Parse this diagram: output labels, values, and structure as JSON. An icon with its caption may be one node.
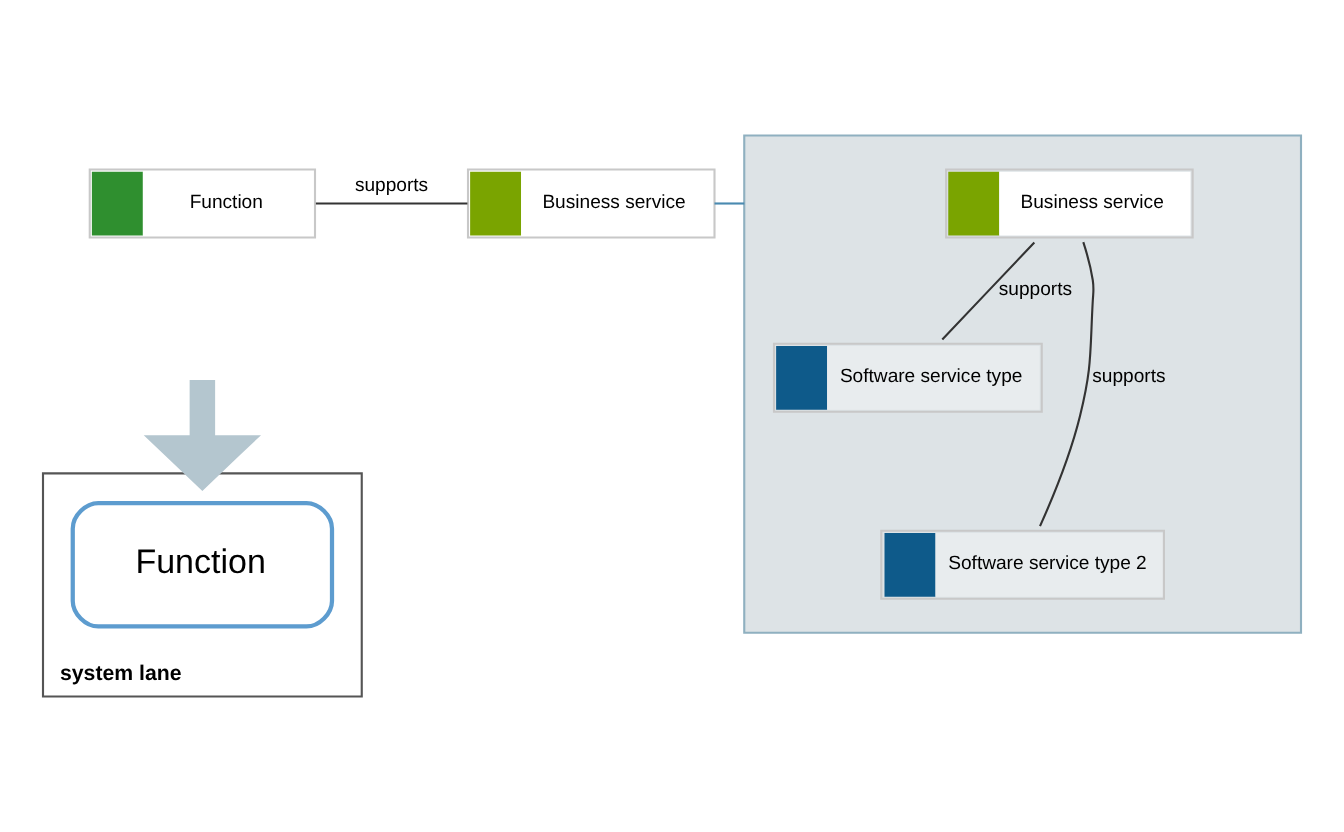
{
  "diagram": {
    "nodes": [
      {
        "text": [
          "Function"
        ]
      },
      {
        "text": [
          "Business service"
        ]
      },
      {
        "text": [],
        "shape": "box"
      },
      {
        "text": [
          "Business service"
        ],
        "in": 2
      },
      {
        "text": [
          "Software service type"
        ],
        "in": 2
      },
      {
        "text": [
          "Software service type 2"
        ],
        "in": 2
      },
      {
        "text": [
          "system lane"
        ]
      },
      {
        "text": [
          "Function"
        ],
        "in": 6
      }
    ],
    "edges": [
      {
        "from": 0,
        "to": 1,
        "arrow": "none",
        "label": "supports"
      },
      {
        "from": 1,
        "to": 2,
        "arrow": "none",
        "color": "#4a8ab0"
      },
      {
        "from": 3,
        "to": 4,
        "arrow": "none",
        "label": "supports"
      },
      {
        "from": 3,
        "to": 5,
        "arrow": "none",
        "label": "supports"
      },
      {
        "from": null,
        "to": 6,
        "arrow": "to",
        "style": "thick",
        "color": "#b4c6cf"
      }
    ]
  }
}
